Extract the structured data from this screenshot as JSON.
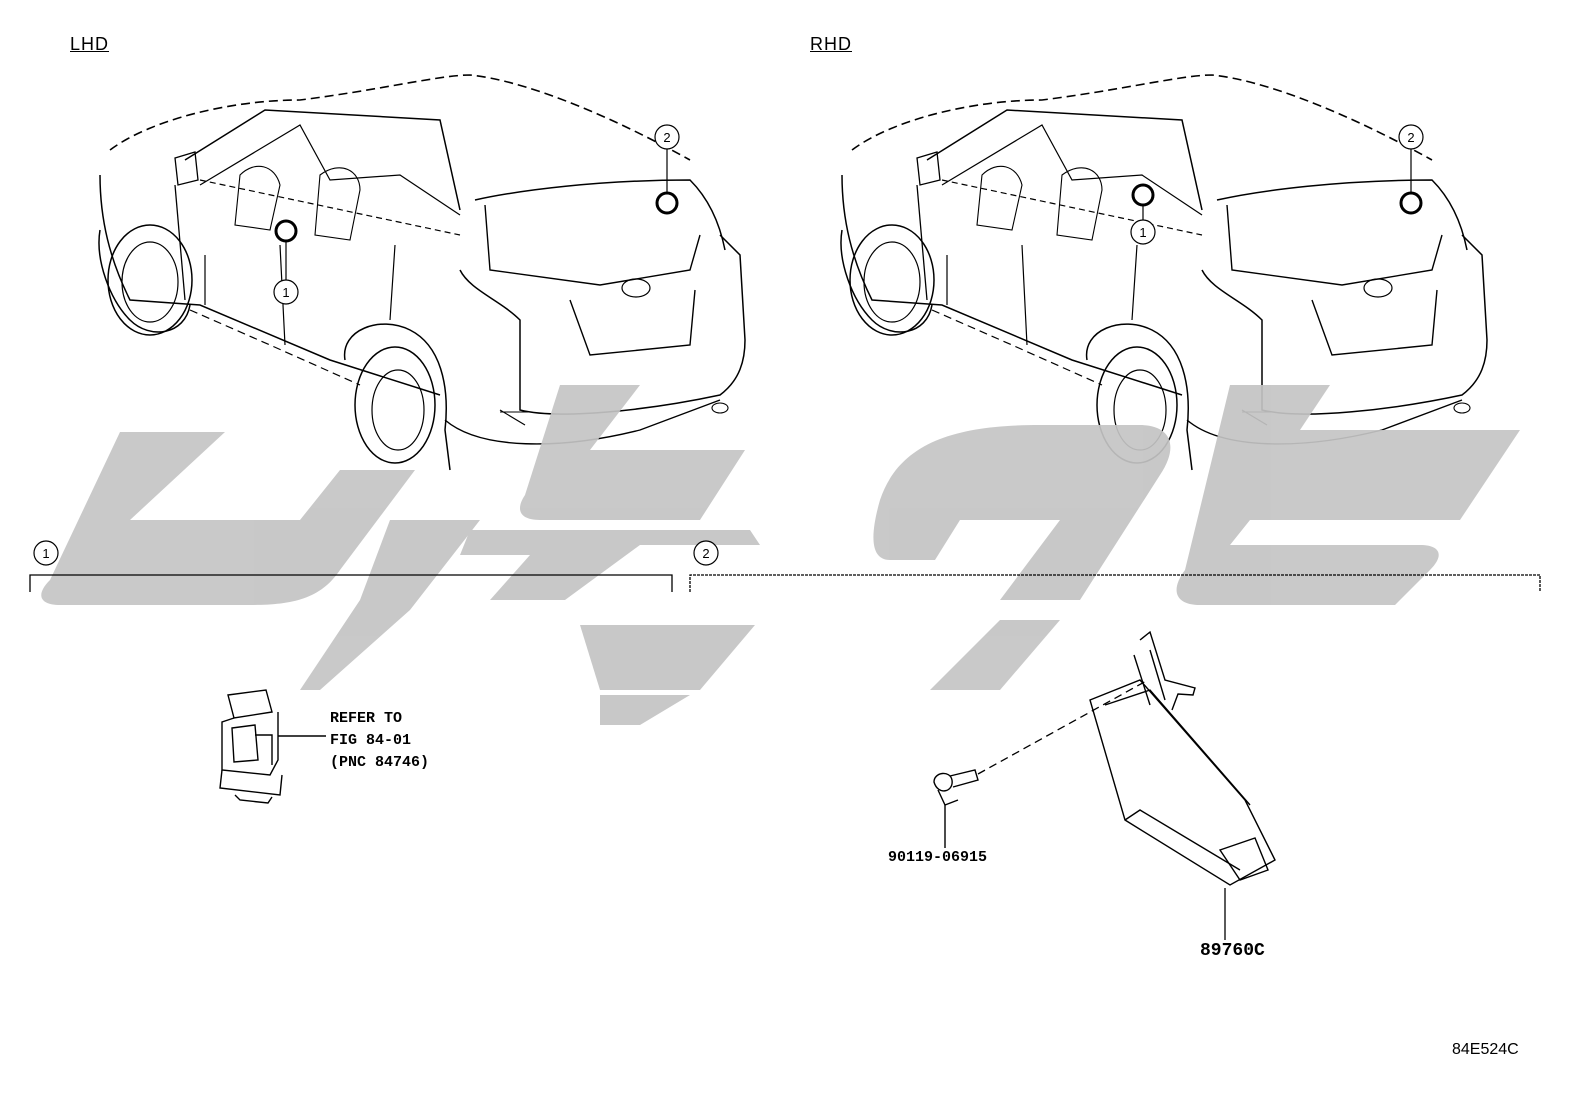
{
  "views": [
    {
      "label": "LHD"
    },
    {
      "label": "RHD"
    }
  ],
  "callouts": {
    "marker_1": "1",
    "marker_2": "2"
  },
  "sections": [
    {
      "number": "1",
      "note_lines": [
        "REFER TO",
        "FIG 84-01",
        "(PNC 84746)"
      ]
    },
    {
      "number": "2",
      "parts": [
        "90119-06915",
        "89760C"
      ]
    }
  ],
  "figure_id": "84E524C",
  "colors": {
    "line": "#000000",
    "watermark": "#c4c4c4",
    "background": "#ffffff"
  }
}
